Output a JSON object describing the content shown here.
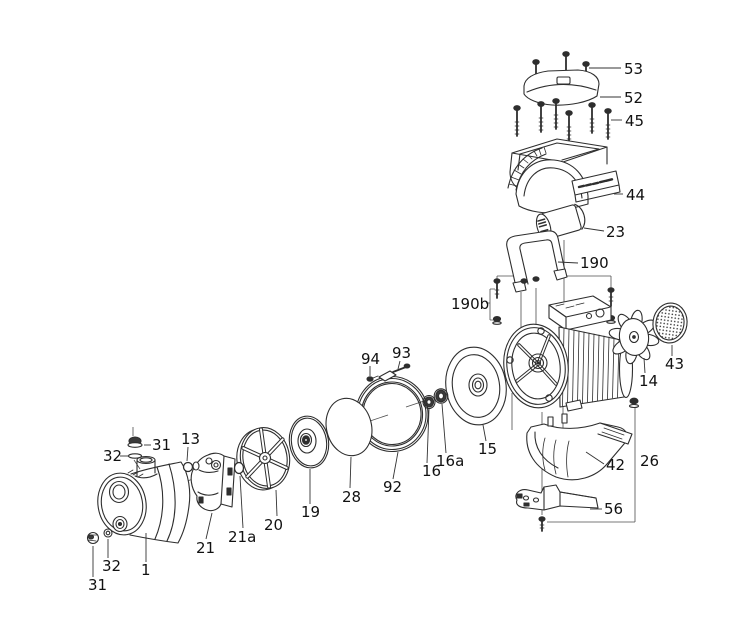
{
  "diagram": {
    "background_color": "#ffffff",
    "line_color": "#2e2e2e",
    "label_color": "#111111",
    "callouts": {
      "c53": "53",
      "c52": "52",
      "c45": "45",
      "c44": "44",
      "c23": "23",
      "c190": "190",
      "c190b": "190b",
      "c43": "43",
      "c14": "14",
      "c94": "94",
      "c93": "93",
      "c15": "15",
      "c16": "16",
      "c16a": "16a",
      "c92": "92",
      "c28": "28",
      "c19": "19",
      "c20": "20",
      "c21a": "21a",
      "c21": "21",
      "c13": "13",
      "c31_top": "31",
      "c32_top": "32",
      "c32_bottom": "32",
      "c31_bottom": "31",
      "c1": "1",
      "c42": "42",
      "c26": "26",
      "c56": "56"
    }
  }
}
